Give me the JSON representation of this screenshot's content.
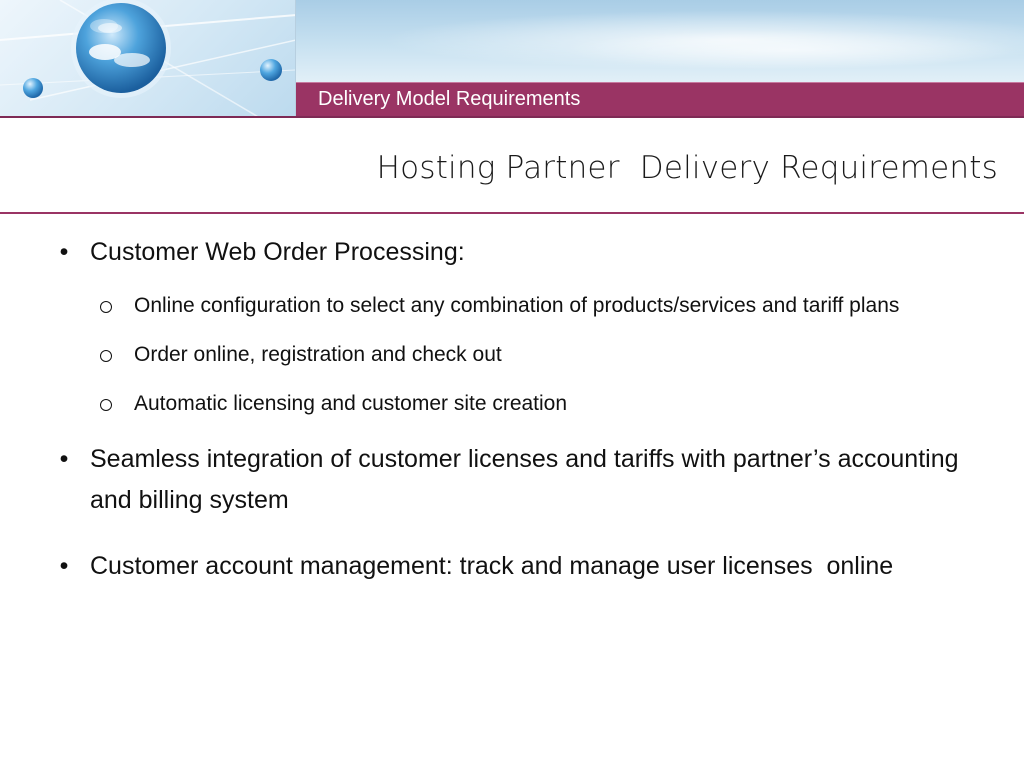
{
  "header": {
    "section_title": "Delivery Model Requirements"
  },
  "slide": {
    "title": "Hosting Partner  Delivery Requirements"
  },
  "bullets": [
    {
      "text": "Customer Web Order Processing:",
      "subitems": [
        "Online configuration to select any combination of products/services and tariff plans",
        "Order online, registration and check out",
        "Automatic licensing and customer site creation"
      ]
    },
    {
      "text": "Seamless integration of customer licenses and tariffs with partner’s accounting and billing system"
    },
    {
      "text": "Customer account management: track and manage user licenses  online"
    }
  ],
  "colors": {
    "accent": "#9a3464",
    "sky": "#a9cde6"
  }
}
